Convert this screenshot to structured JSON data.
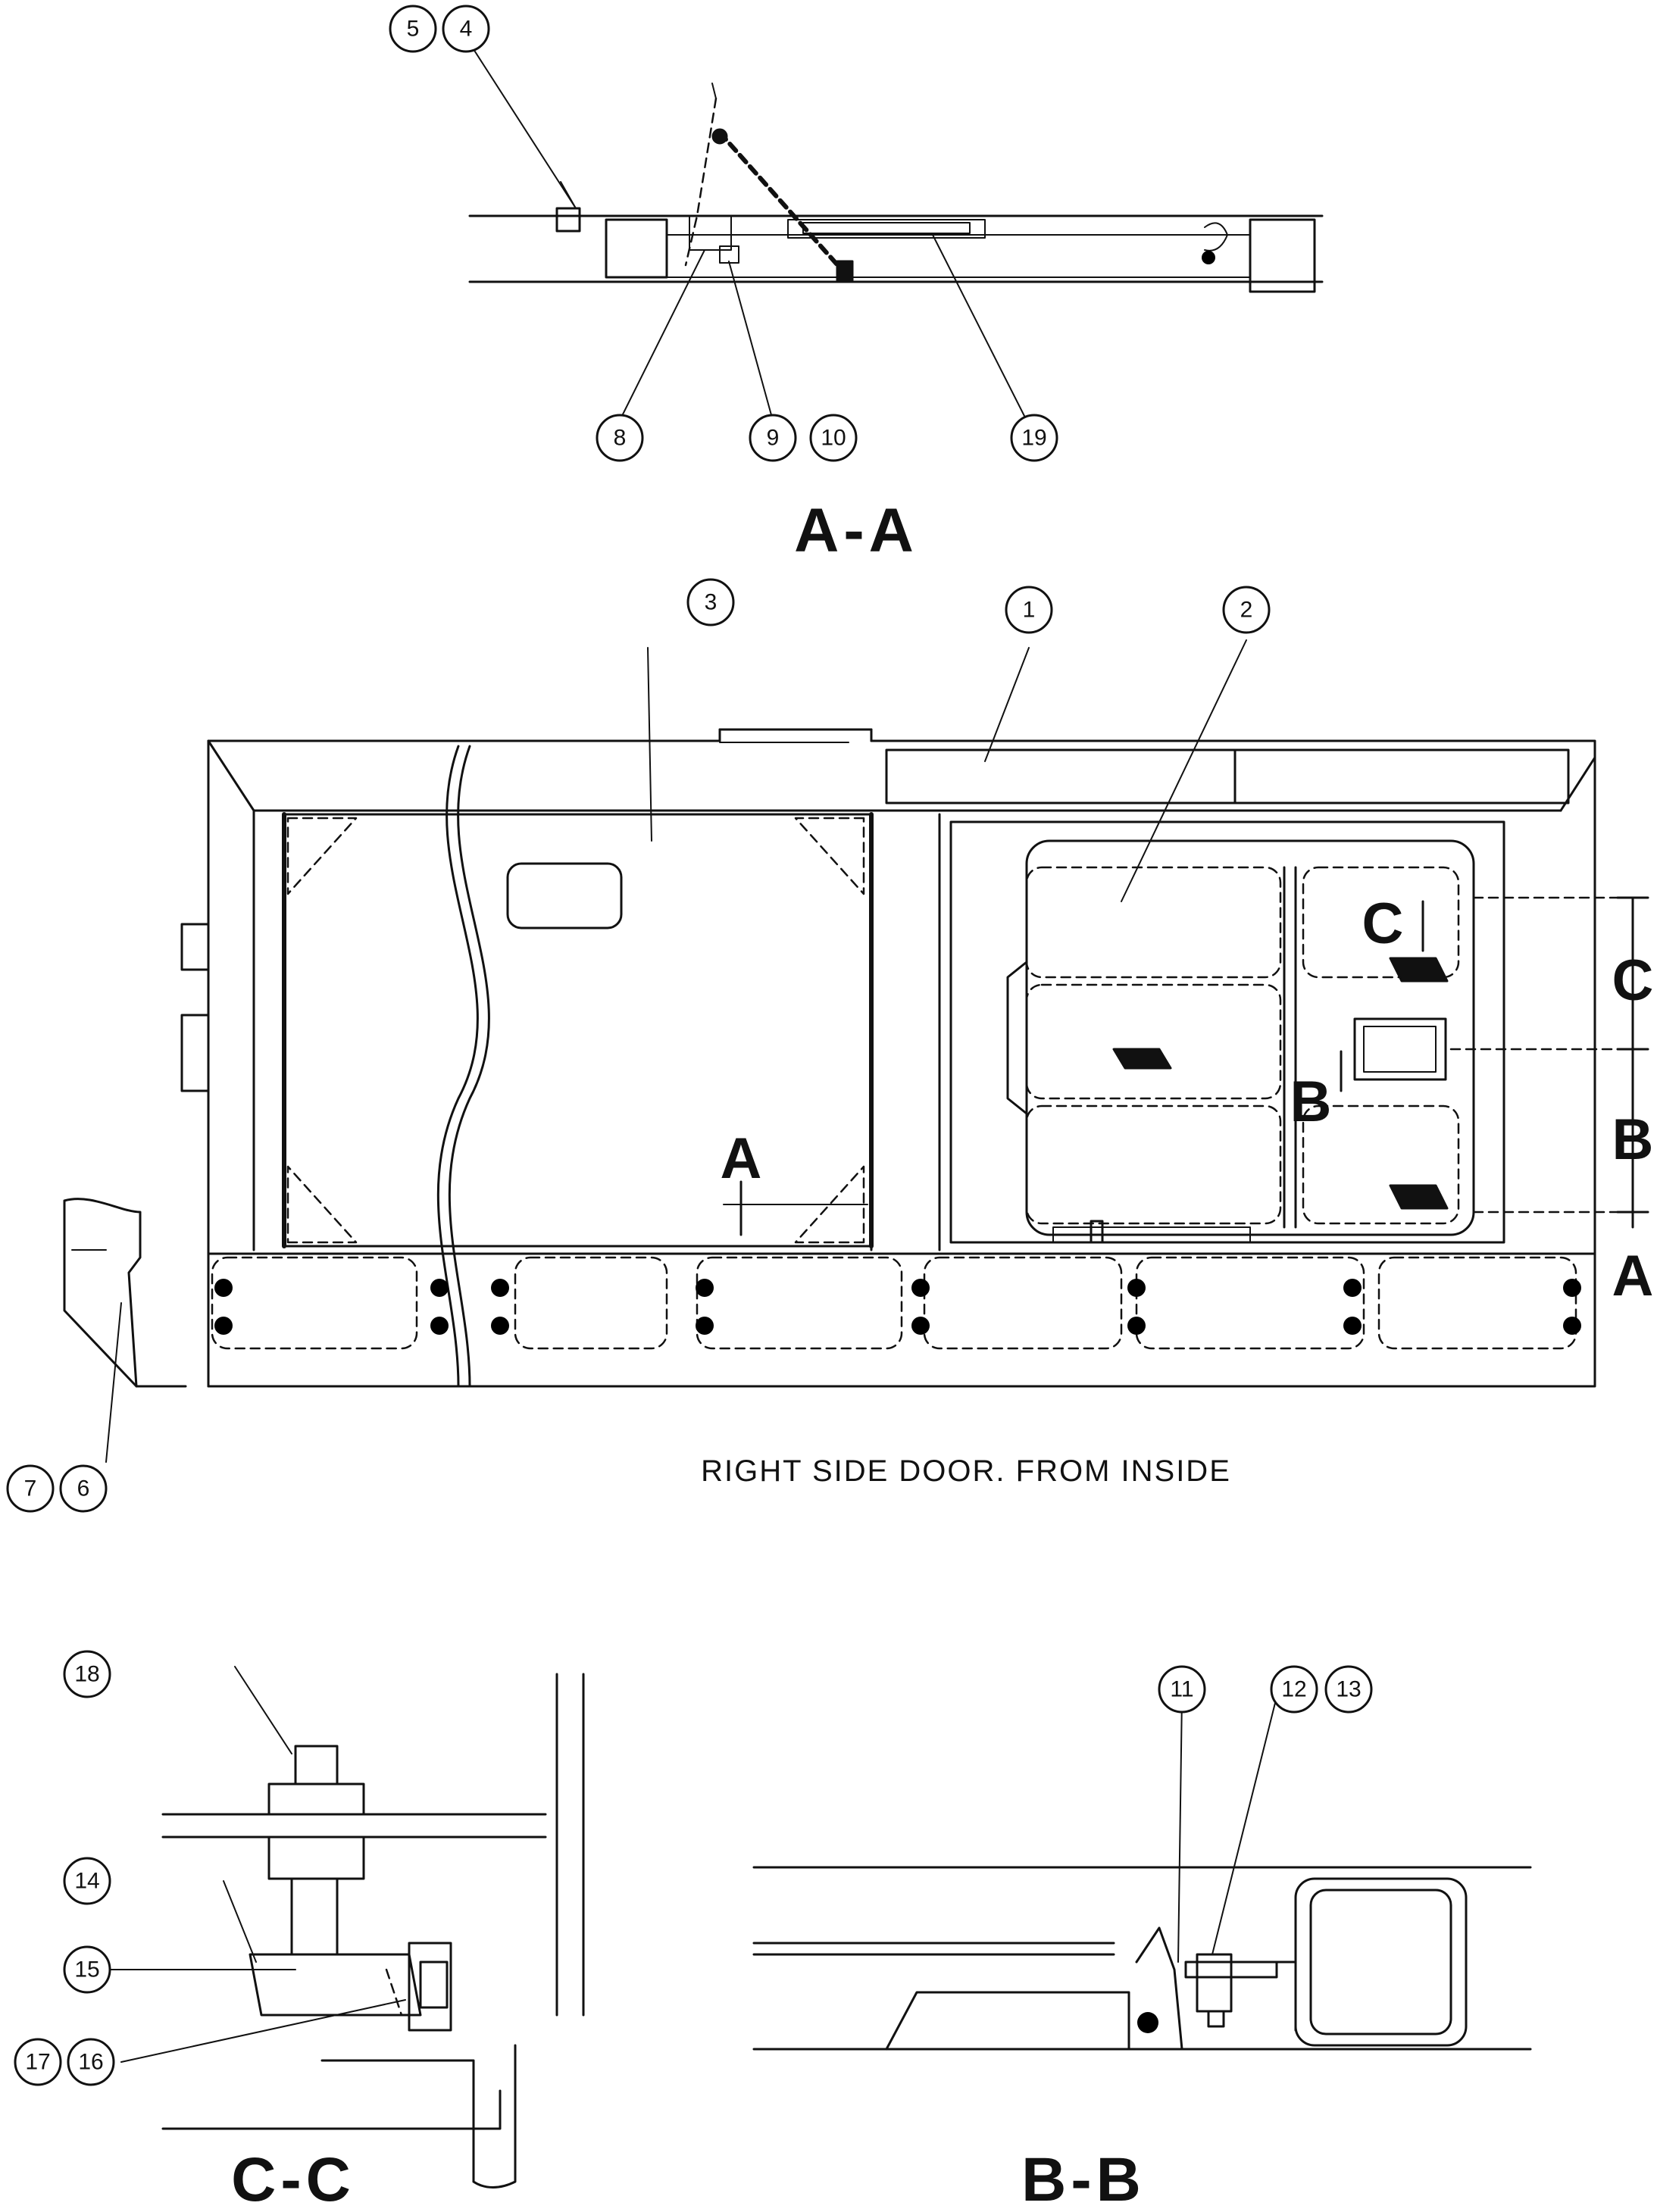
{
  "sections": {
    "aa": "A-A",
    "bb": "B-B",
    "cc": "C-C"
  },
  "view_caption": "RIGHT SIDE DOOR. FROM INSIDE",
  "section_marks": {
    "a_marker": "A",
    "b_marker": "B",
    "c_marker": "C",
    "a_dim": "A",
    "b_dim": "B",
    "c_dim": "C"
  },
  "callouts": {
    "c1": "1",
    "c2": "2",
    "c3": "3",
    "c4": "4",
    "c5": "5",
    "c6": "6",
    "c7": "7",
    "c8": "8",
    "c9": "9",
    "c10": "10",
    "c11": "11",
    "c12": "12",
    "c13": "13",
    "c14": "14",
    "c15": "15",
    "c16": "16",
    "c17": "17",
    "c18": "18",
    "c19": "19"
  }
}
